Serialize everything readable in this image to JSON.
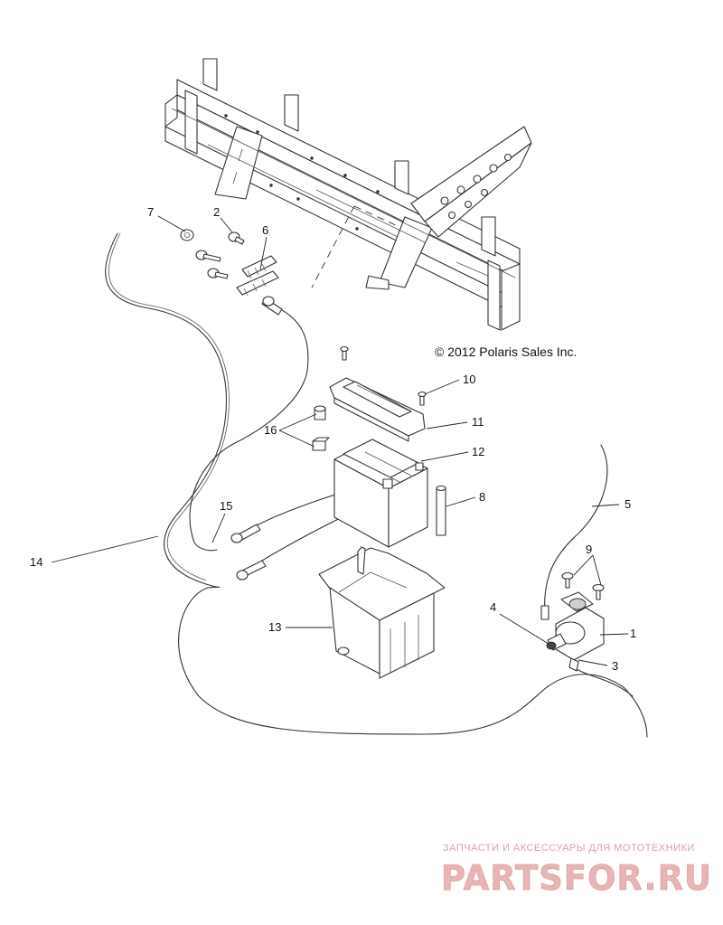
{
  "copyright": "© 2012 Polaris Sales Inc.",
  "callouts": {
    "c1": "1",
    "c2": "2",
    "c3": "3",
    "c4": "4",
    "c5": "5",
    "c6": "6",
    "c7": "7",
    "c8": "8",
    "c9": "9",
    "c10": "10",
    "c11": "11",
    "c12": "12",
    "c13": "13",
    "c14": "14",
    "c15": "15",
    "c16": "16"
  },
  "watermark": {
    "tagline": "ЗАПЧАСТИ И АКСЕССУАРЫ ДЛЯ МОТОТЕХНИКИ",
    "logo": "PARTSFOR.RU",
    "color": "#e8b4b4"
  },
  "colors": {
    "line": "#333333",
    "background": "#ffffff"
  }
}
